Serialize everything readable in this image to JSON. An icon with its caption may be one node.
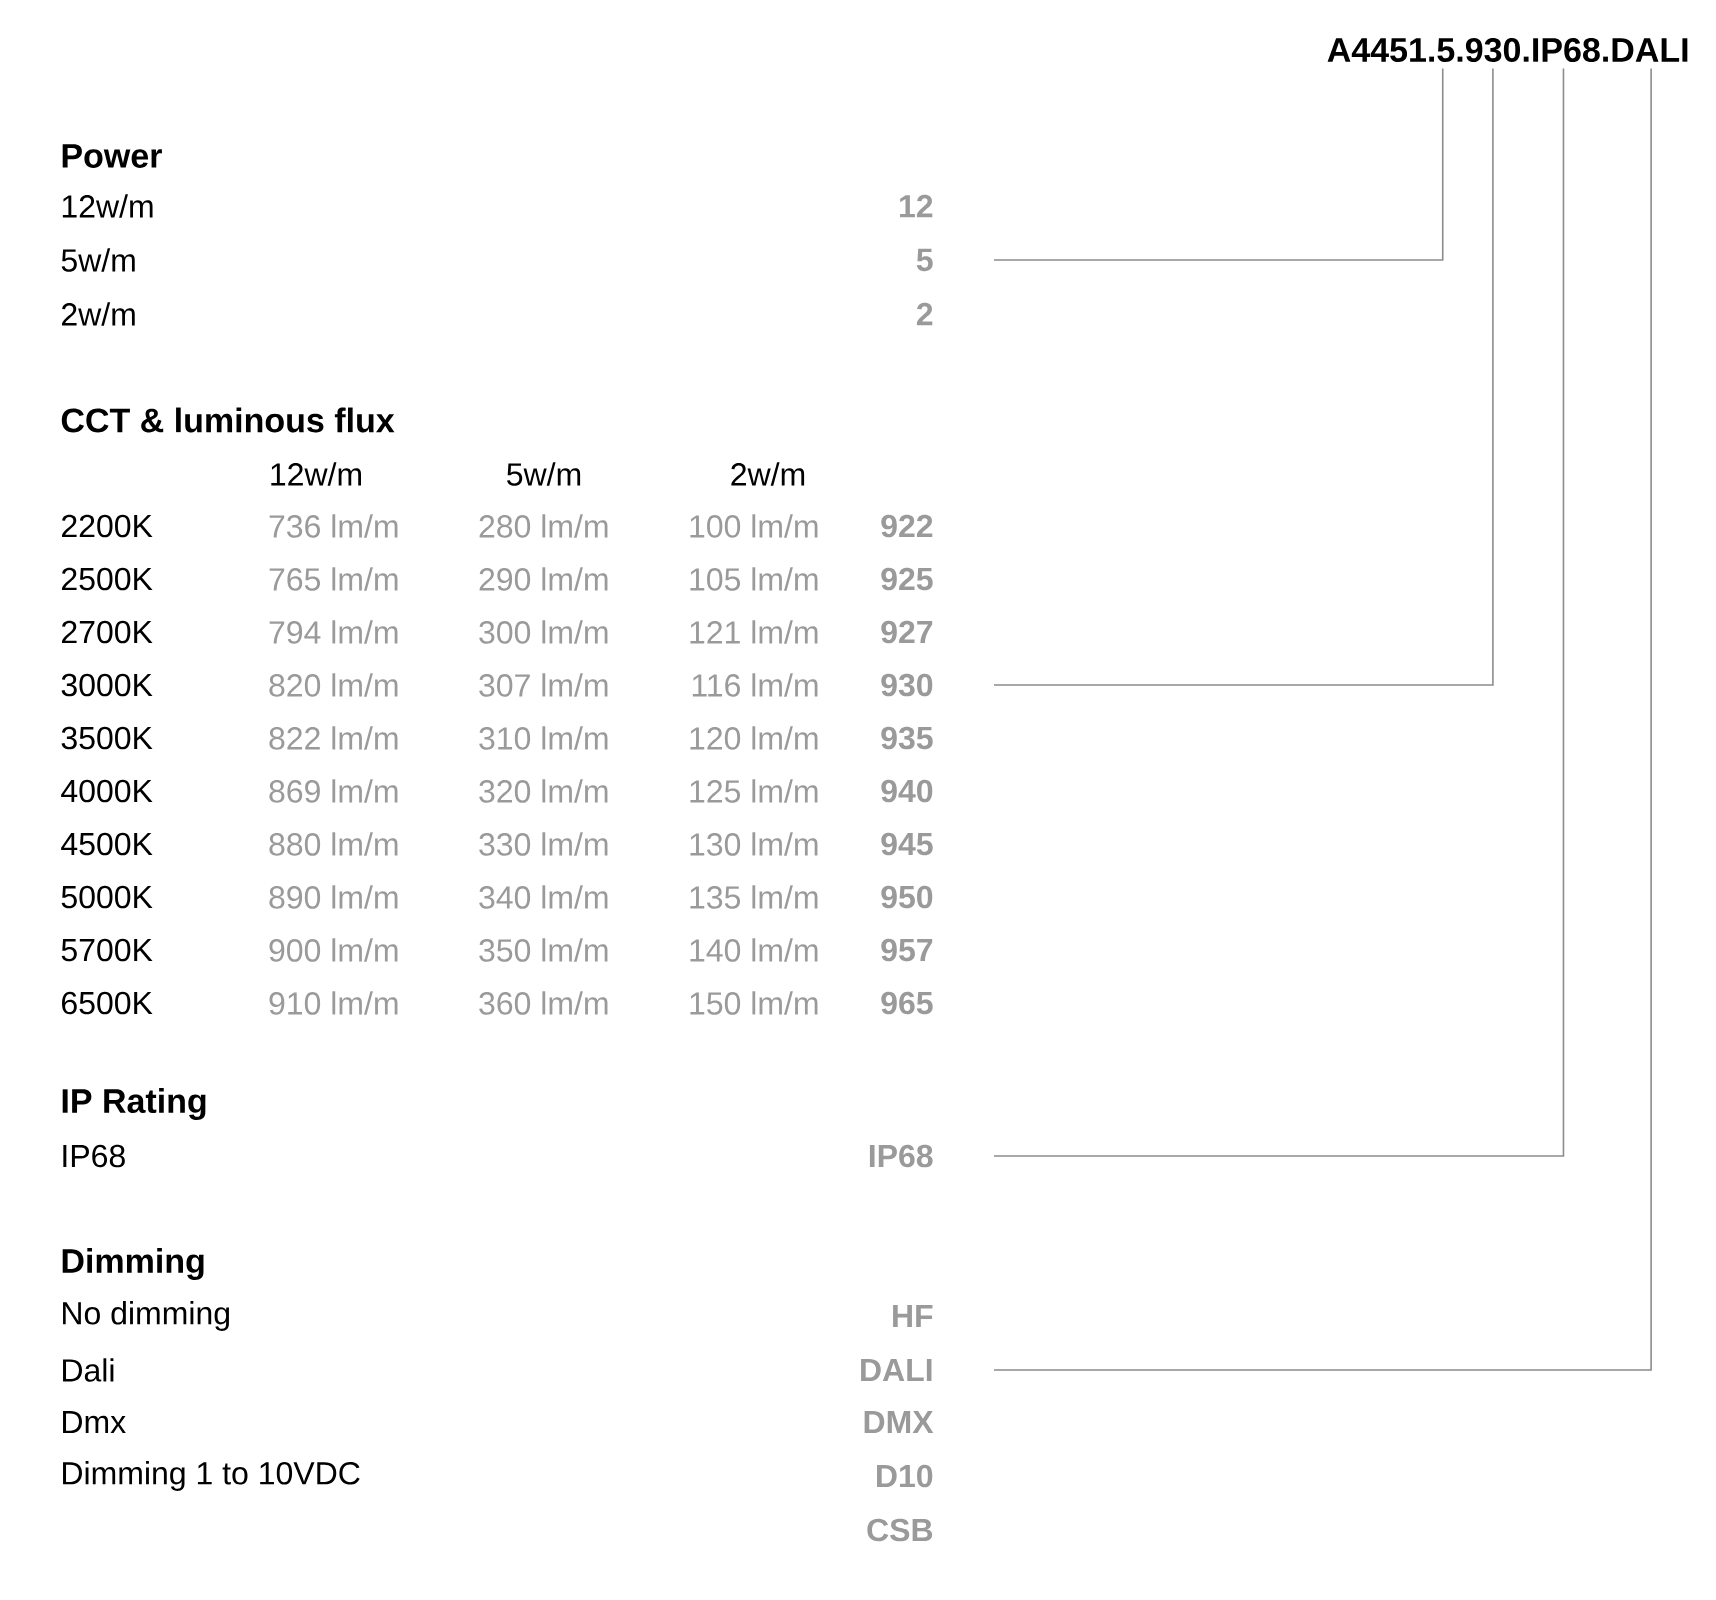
{
  "diagram": {
    "nodes": [
      {
        "text": [
          "A4451.5.930.IP68.DALI"
        ]
      },
      {
        "text": [
          "5"
        ]
      },
      {
        "text": [
          "930"
        ]
      },
      {
        "text": [
          "IP68"
        ]
      },
      {
        "text": [
          "DALI"
        ]
      }
    ],
    "edges": [
      {
        "from": 0,
        "to": 1,
        "arrow": "none"
      },
      {
        "from": 0,
        "to": 2,
        "arrow": "none"
      },
      {
        "from": 0,
        "to": 3,
        "arrow": "none"
      },
      {
        "from": 0,
        "to": 4,
        "arrow": "none"
      }
    ],
    "labels": [
      "Power",
      "12w/m",
      "12",
      "5w/m",
      "2w/m",
      "2",
      "CCT & luminous flux",
      "12w/m",
      "5w/m",
      "2w/m",
      "2200K",
      "736 lm/m",
      "280 lm/m",
      "100 lm/m",
      "922",
      "2500K",
      "765 lm/m",
      "290 lm/m",
      "105 lm/m",
      "925",
      "2700K",
      "794 lm/m",
      "300 lm/m",
      "121 lm/m",
      "927",
      "3000K",
      "820 lm/m",
      "307 lm/m",
      "116 lm/m",
      "3500K",
      "822 lm/m",
      "310 lm/m",
      "120 lm/m",
      "935",
      "4000K",
      "869 lm/m",
      "320 lm/m",
      "125 lm/m",
      "940",
      "4500K",
      "880 lm/m",
      "330 lm/m",
      "130 lm/m",
      "945",
      "5000K",
      "890 lm/m",
      "340 lm/m",
      "135 lm/m",
      "950",
      "5700K",
      "900 lm/m",
      "350 lm/m",
      "140 lm/m",
      "957",
      "6500K",
      "910 lm/m",
      "360 lm/m",
      "150 lm/m",
      "965",
      "IP Rating",
      "IP68",
      "Dimming",
      "No dimming",
      "HF",
      "Dali",
      "Dmx",
      "DMX",
      "Dimming 1 to 10VDC",
      "D10",
      "CSB"
    ]
  }
}
